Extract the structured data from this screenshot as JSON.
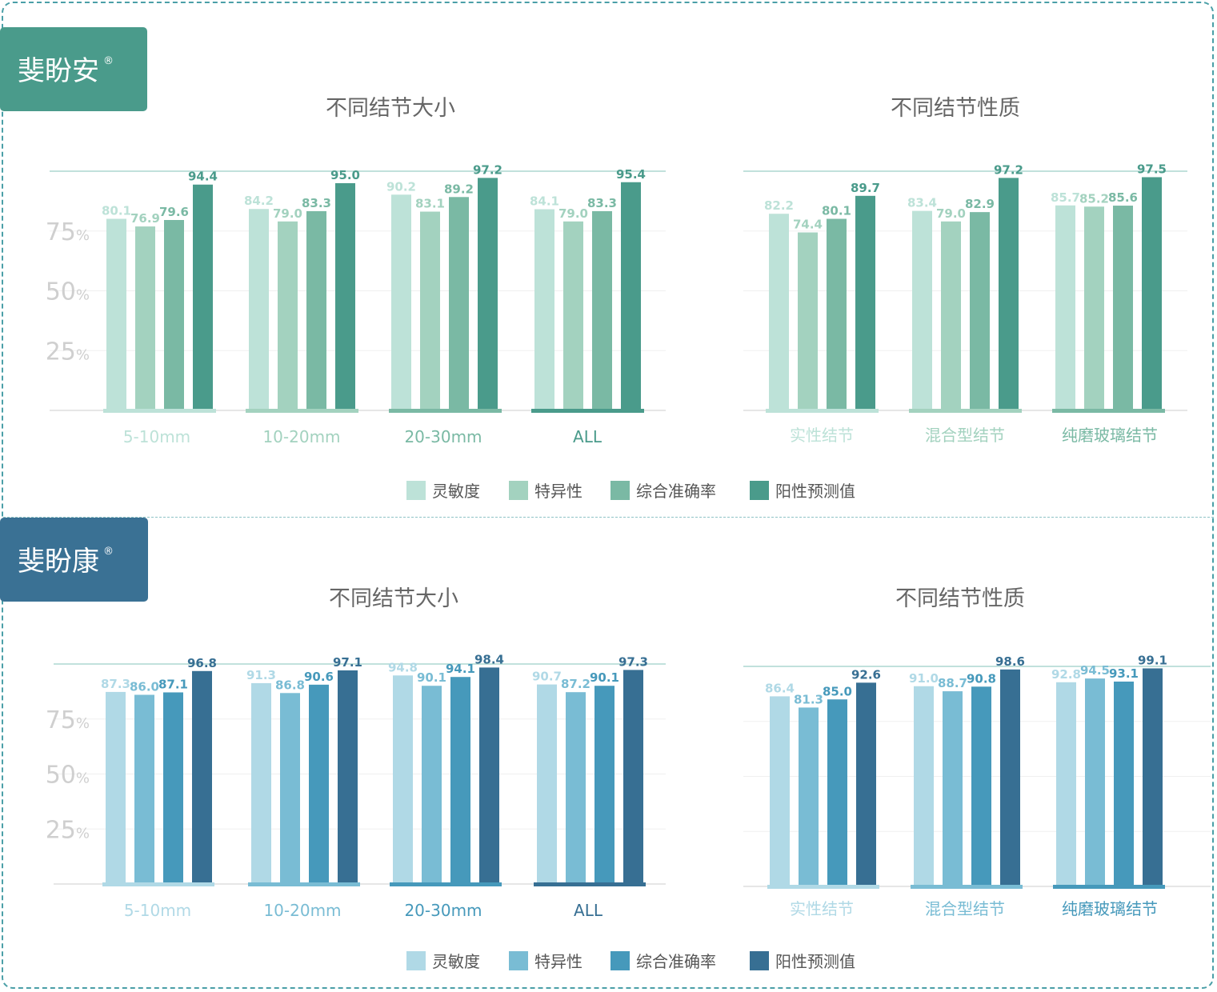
{
  "sections": [
    {
      "brand": "斐盼安",
      "mark": "®",
      "badge_color": "#4a9b8b",
      "palette": [
        "#bde2d8",
        "#a3d2bf",
        "#7ab9a4",
        "#4a9b8b"
      ],
      "legend": [
        "灵敏度",
        "特异性",
        "综合准确率",
        "阳性预测值"
      ]
    },
    {
      "brand": "斐盼康",
      "mark": "®",
      "badge_color": "#3a7194",
      "palette": [
        "#b0d9e6",
        "#79bcd4",
        "#4699bb",
        "#376f93"
      ],
      "legend": [
        "灵敏度",
        "特异性",
        "综合准确率",
        "阳性预测值"
      ]
    }
  ],
  "chart_data": [
    {
      "type": "bar",
      "title": "不同结节大小",
      "categories": [
        "5-10mm",
        "10-20mm",
        "20-30mm",
        "ALL"
      ],
      "series": [
        {
          "name": "灵敏度",
          "values": [
            80.1,
            84.2,
            90.2,
            84.1
          ]
        },
        {
          "name": "特异性",
          "values": [
            76.9,
            79.0,
            83.1,
            79.0
          ]
        },
        {
          "name": "综合准确率",
          "values": [
            79.6,
            83.3,
            89.2,
            83.3
          ]
        },
        {
          "name": "阳性预测值",
          "values": [
            94.4,
            95.0,
            97.2,
            95.4
          ]
        }
      ],
      "yticks": [
        "25%",
        "50%",
        "75%"
      ],
      "ylim": [
        0,
        100
      ],
      "grid": true,
      "legend_position": "bottom"
    },
    {
      "type": "bar",
      "title": "不同结节性质",
      "categories": [
        "实性结节",
        "混合型结节",
        "纯磨玻璃结节"
      ],
      "series": [
        {
          "name": "灵敏度",
          "values": [
            82.2,
            83.4,
            85.7
          ]
        },
        {
          "name": "特异性",
          "values": [
            74.4,
            79.0,
            85.2
          ]
        },
        {
          "name": "综合准确率",
          "values": [
            80.1,
            82.9,
            85.6
          ]
        },
        {
          "name": "阳性预测值",
          "values": [
            89.7,
            97.2,
            97.5
          ]
        }
      ],
      "ylim": [
        0,
        100
      ],
      "grid": true,
      "legend_position": "bottom"
    },
    {
      "type": "bar",
      "title": "不同结节大小",
      "categories": [
        "5-10mm",
        "10-20mm",
        "20-30mm",
        "ALL"
      ],
      "series": [
        {
          "name": "灵敏度",
          "values": [
            87.3,
            91.3,
            94.8,
            90.7
          ]
        },
        {
          "name": "特异性",
          "values": [
            86.0,
            86.8,
            90.1,
            87.2
          ]
        },
        {
          "name": "综合准确率",
          "values": [
            87.1,
            90.6,
            94.1,
            90.1
          ]
        },
        {
          "name": "阳性预测值",
          "values": [
            96.8,
            97.1,
            98.4,
            97.3
          ]
        }
      ],
      "yticks": [
        "25%",
        "50%",
        "75%"
      ],
      "ylim": [
        0,
        100
      ],
      "grid": true,
      "legend_position": "bottom"
    },
    {
      "type": "bar",
      "title": "不同结节性质",
      "categories": [
        "实性结节",
        "混合型结节",
        "纯磨玻璃结节"
      ],
      "series": [
        {
          "name": "灵敏度",
          "values": [
            86.4,
            91.0,
            92.8
          ]
        },
        {
          "name": "特异性",
          "values": [
            81.3,
            88.7,
            94.5
          ]
        },
        {
          "name": "综合准确率",
          "values": [
            85.0,
            90.8,
            93.1
          ]
        },
        {
          "name": "阳性预测值",
          "values": [
            92.6,
            98.6,
            99.1
          ]
        }
      ],
      "ylim": [
        0,
        100
      ],
      "grid": true,
      "legend_position": "bottom"
    }
  ]
}
